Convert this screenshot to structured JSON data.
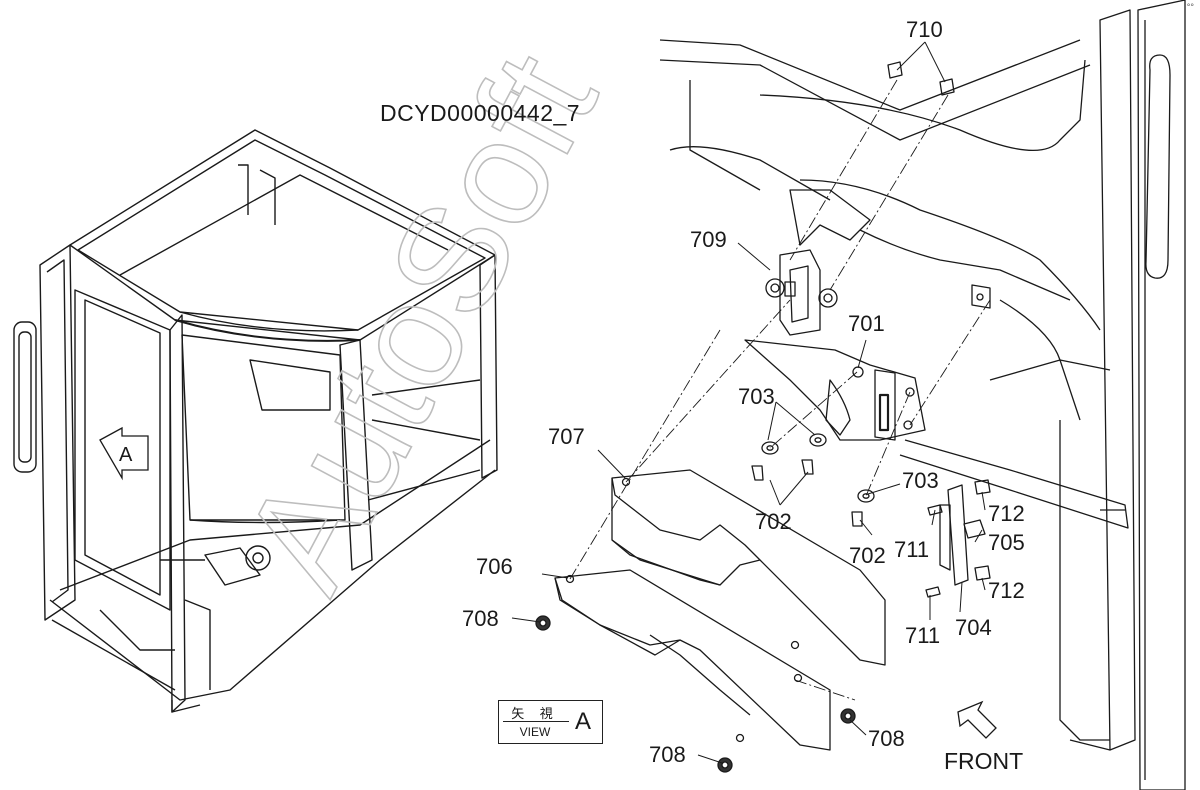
{
  "document_id": "DCYD00000442_7",
  "watermark": "AutoSoft",
  "corner_mark": "°°",
  "view_box": {
    "japanese": "矢 視",
    "english": "VIEW",
    "letter": "A"
  },
  "view_arrow_letter": "A",
  "front_label": "FRONT",
  "callouts": {
    "c701": "701",
    "c702a": "702",
    "c702b": "702",
    "c703a": "703",
    "c703b": "703",
    "c704": "704",
    "c705": "705",
    "c706": "706",
    "c707": "707",
    "c708a": "708",
    "c708b": "708",
    "c708c": "708",
    "c709": "709",
    "c710": "710",
    "c711a": "711",
    "c711b": "711",
    "c712a": "712",
    "c712b": "712"
  },
  "colors": {
    "line": "#1a1a1a",
    "gray_line": "#555555",
    "watermark": "#bdbdbd",
    "paper": "#ffffff"
  }
}
